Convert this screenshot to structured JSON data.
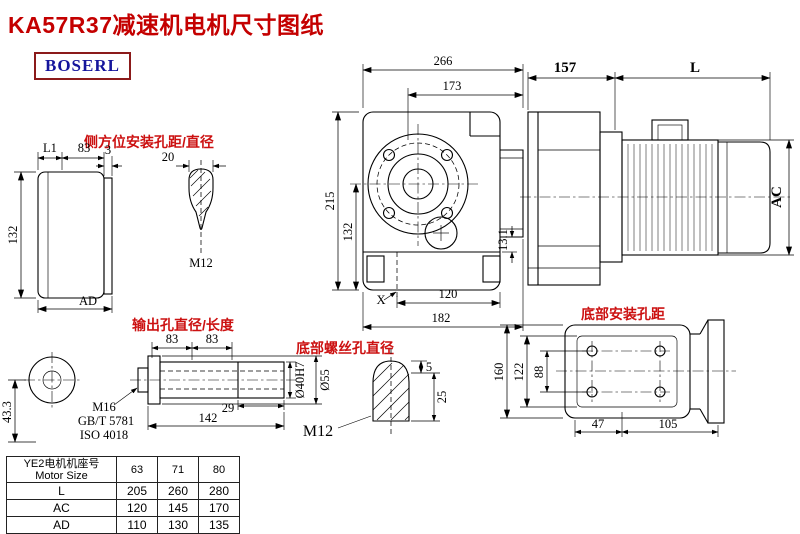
{
  "title": "KA57R37减速机电机尺寸图纸",
  "brand": "BOSERL",
  "notes": {
    "side_mount": "侧方位安装孔距/直径",
    "output_hole": "输出孔直径/长度",
    "bottom_screw": "底部螺丝孔直径",
    "bottom_mount": "底部安装孔距"
  },
  "front_view": {
    "width_total": "266",
    "width_flange": "173",
    "height_total": "215",
    "height_center": "132",
    "foot_width": "120",
    "base_width": "182",
    "step": "13.1",
    "x_mark": "X"
  },
  "side_view": {
    "gear_len": "157",
    "motor_len": "L",
    "motor_dia": "AC"
  },
  "side_mount_view": {
    "l1": "L1",
    "d83": "83",
    "d3": "3",
    "d20": "20",
    "height": "132",
    "width": "AD",
    "thread": "M12"
  },
  "output_view": {
    "d83a": "83",
    "d83b": "83",
    "d433": "43.3",
    "thread": "M16",
    "std1": "GB/T 5781",
    "std2": "ISO 4018",
    "d29": "29",
    "d142": "142",
    "bore": "Ø40H7",
    "hub": "Ø55"
  },
  "bottom_screw_view": {
    "thread": "M12",
    "d5": "5",
    "d25": "25"
  },
  "bottom_mount_view": {
    "d160": "160",
    "d122": "122",
    "d88": "88",
    "d47": "47",
    "d105": "105"
  },
  "table": {
    "header_line1": "YE2电机机座号",
    "header_line2": "Motor Size",
    "sizes": [
      "63",
      "71",
      "80"
    ],
    "rows": [
      {
        "label": "L",
        "values": [
          "205",
          "260",
          "280"
        ]
      },
      {
        "label": "AC",
        "values": [
          "120",
          "145",
          "170"
        ]
      },
      {
        "label": "AD",
        "values": [
          "110",
          "130",
          "135"
        ]
      }
    ]
  },
  "colors": {
    "accent_red": "#c40000",
    "brand_blue": "#15159c",
    "line": "#000000"
  }
}
